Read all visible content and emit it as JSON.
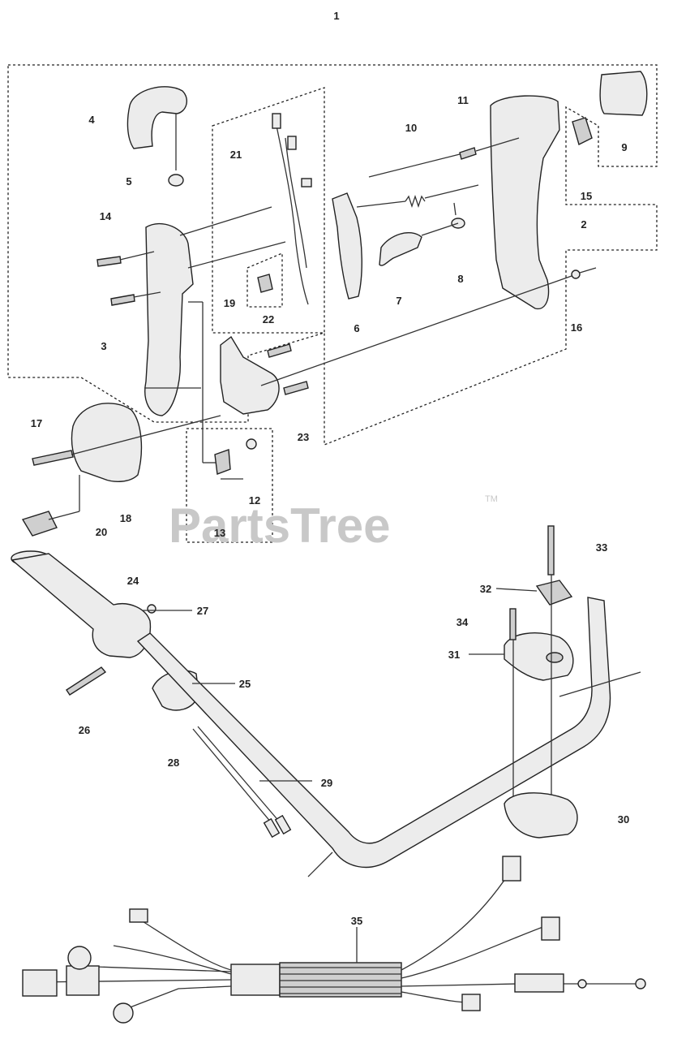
{
  "diagram": {
    "watermark": "PartsTree",
    "watermark_mark": "TM",
    "callouts": [
      "1",
      "2",
      "3",
      "4",
      "5",
      "6",
      "7",
      "8",
      "9",
      "10",
      "11",
      "12",
      "13",
      "14",
      "15",
      "16",
      "17",
      "18",
      "19",
      "20",
      "21",
      "22",
      "23",
      "24",
      "25",
      "26",
      "27",
      "28",
      "29",
      "30",
      "31",
      "32",
      "33",
      "34",
      "35"
    ]
  }
}
